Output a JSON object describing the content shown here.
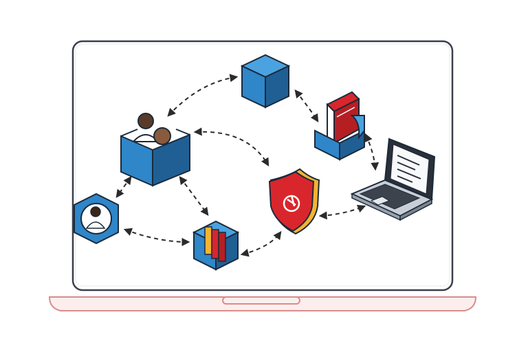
{
  "colors": {
    "laptop_outline": "#3a3f4a",
    "laptop_base": "#fdeeee",
    "laptop_base_outline": "#d98c8c",
    "cube_blue": "#2f86c9",
    "cube_blue_light": "#4aa3e0",
    "cube_blue_dark": "#1f5f94",
    "shield_red": "#d9262c",
    "shield_gold": "#f2b431",
    "book_red": "#d9262c",
    "connector": "#2b2b2b"
  },
  "nodes": [
    {
      "id": "plain-cube",
      "icon": "cube-icon"
    },
    {
      "id": "users-box",
      "icon": "users-icon"
    },
    {
      "id": "document-box",
      "icon": "document-icon"
    },
    {
      "id": "user-hexagon",
      "icon": "user-avatar-icon"
    },
    {
      "id": "books-cube",
      "icon": "books-icon"
    },
    {
      "id": "security-shield",
      "icon": "shield-icon"
    },
    {
      "id": "mini-laptop",
      "icon": "laptop-icon"
    }
  ],
  "connections": [
    {
      "from": "users-box",
      "to": "plain-cube"
    },
    {
      "from": "plain-cube",
      "to": "document-box"
    },
    {
      "from": "users-box",
      "to": "security-shield"
    },
    {
      "from": "users-box",
      "to": "user-hexagon"
    },
    {
      "from": "users-box",
      "to": "books-cube"
    },
    {
      "from": "user-hexagon",
      "to": "books-cube"
    },
    {
      "from": "books-cube",
      "to": "security-shield"
    },
    {
      "from": "security-shield",
      "to": "mini-laptop"
    },
    {
      "from": "document-box",
      "to": "mini-laptop"
    }
  ]
}
